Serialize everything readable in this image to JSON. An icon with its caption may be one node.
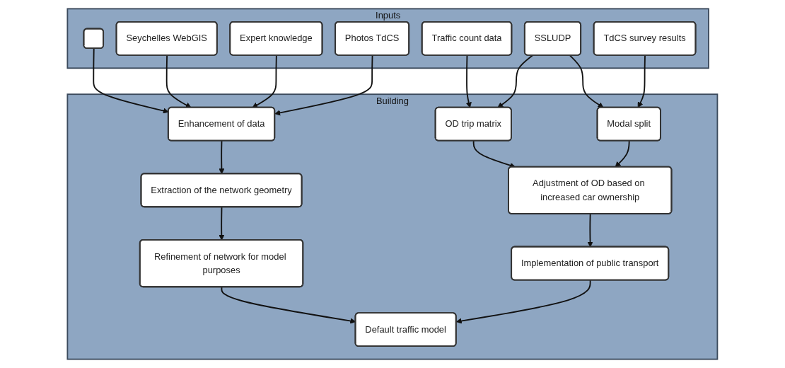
{
  "diagram": {
    "nodes": [
      {
        "text": [
          "Inputs"
        ]
      },
      {
        "text": [
          "Building"
        ]
      },
      {
        "text": [],
        "shape": "box",
        "in": 0
      },
      {
        "text": [
          "Seychelles WebGIS"
        ],
        "in": 0
      },
      {
        "text": [
          "Expert knowledge"
        ],
        "in": 0
      },
      {
        "text": [
          "Photos TdCS"
        ],
        "in": 0
      },
      {
        "text": [
          "Traffic count data"
        ],
        "in": 0
      },
      {
        "text": [
          "SSLUDP"
        ],
        "in": 0
      },
      {
        "text": [
          "TdCS survey results"
        ],
        "in": 0
      },
      {
        "text": [
          "Enhancement of data"
        ],
        "in": 1
      },
      {
        "text": [
          "OD trip matrix"
        ],
        "in": 1
      },
      {
        "text": [
          "Modal split"
        ],
        "in": 1
      },
      {
        "text": [
          "Extraction of the network geometry"
        ],
        "in": 1
      },
      {
        "text": [
          "Adjustment of OD based on increased car ownership"
        ],
        "in": 1
      },
      {
        "text": [
          "Refinement of network for model purposes"
        ],
        "in": 1
      },
      {
        "text": [
          "Implementation of public transport"
        ],
        "in": 1
      },
      {
        "text": [
          "Default traffic model"
        ],
        "in": 1
      }
    ],
    "edges": [
      {
        "from": 2,
        "to": 9,
        "arrow": "to"
      },
      {
        "from": 3,
        "to": 9,
        "arrow": "to"
      },
      {
        "from": 4,
        "to": 9,
        "arrow": "to"
      },
      {
        "from": 5,
        "to": 9,
        "arrow": "to"
      },
      {
        "from": 6,
        "to": 10,
        "arrow": "to"
      },
      {
        "from": 7,
        "to": 10,
        "arrow": "to"
      },
      {
        "from": 7,
        "to": 11,
        "arrow": "to"
      },
      {
        "from": 8,
        "to": 11,
        "arrow": "to"
      },
      {
        "from": 9,
        "to": 12,
        "arrow": "to"
      },
      {
        "from": 10,
        "to": 13,
        "arrow": "to"
      },
      {
        "from": 11,
        "to": 13,
        "arrow": "to"
      },
      {
        "from": 12,
        "to": 14,
        "arrow": "to"
      },
      {
        "from": 13,
        "to": 15,
        "arrow": "to"
      },
      {
        "from": 14,
        "to": 16,
        "arrow": "to"
      },
      {
        "from": 15,
        "to": 16,
        "arrow": "to"
      }
    ]
  }
}
